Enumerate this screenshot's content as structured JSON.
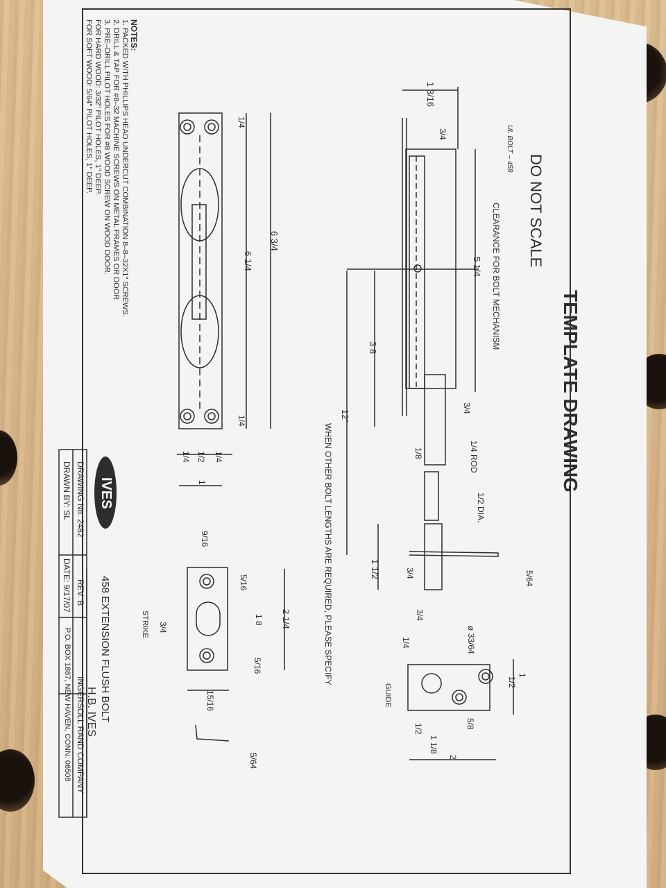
{
  "title": "TEMPLATE DRAWING",
  "do_not_scale": "DO NOT SCALE",
  "ul_label": "UL BOLT – 458",
  "clearance": "CLEARANCE FOR BOLT MECHANISM",
  "other_lengths": "WHEN OTHER BOLT LENGTHS ARE REQUIRED, PLEASE SPECIFY",
  "rod_label": "1/4 ROD",
  "dia_label": "1/2 DIA.",
  "guide_label": "GUIDE",
  "strike_label": "STRIKE",
  "dimensions": {
    "d_1_3_16": "1 3/16",
    "d_3_4_a": "3/4",
    "d_5_1_4": "5 1/4",
    "d_3_8": "3 8",
    "d_12": "12\"",
    "d_3_4_b": "3/4",
    "d_1_8": "1/8",
    "d_5_64_a": "5/64",
    "d_1_1_2": "1 1/2",
    "d_3_4_c": "3/4",
    "d_3_4_d": "3/4",
    "d_1_4_g": "1/4",
    "d_33_64": "ø 33/64",
    "d_1_g": "1",
    "d_1_2_g": "1/2",
    "d_5_8": "5/8",
    "d_1_2_gb": "1/2",
    "d_1_1_8": "1 1/8",
    "d_2": "2",
    "d_6_3_4": "6 3/4",
    "d_6_1_4": "6 1/4",
    "d_1_4_a": "1/4",
    "d_1_4_b": "1/4",
    "d_1_4_c": "1/4",
    "d_1_2_p": "1/2",
    "d_1_4_d": "1/4",
    "d_1_p": "1",
    "d_9_16": "9/16",
    "d_5_16_a": "5/16",
    "d_2_1_4": "2 1/4",
    "d_1_8_s": "1 8",
    "d_5_16_b": "5/16",
    "d_3_4_s": "3/4",
    "d_15_16": "15/16",
    "d_5_64_b": "5/64"
  },
  "notes": {
    "heading": "NOTES:",
    "lines": [
      "1. PACKED WITH PHILLIPS HEAD UNDERCUT COMBINATION 8–8–32X1\" SCREWS.",
      "2. DRILL & TAP FOR #8–32 MACHINE SCREWS ON METAL FRAMES OR DOOR",
      "3. PRE–DRILL PILOT HOLES FOR #8 WOOD SCREW ON WOOD DOOR.",
      "    FOR HARD WOOD: 3/32\" PILOT HOLES, 1\" DEEP.",
      "    FOR SOFT WOOD: 5/64\" PILOT HOLES, 1\" DEEP."
    ]
  },
  "title_block": {
    "brand": "IVES",
    "product": "458 EXTENSION FLUSH BOLT",
    "drawing_no": "DRAWING No. 2482",
    "rev": "REV. B",
    "drawn_by": "DRAWN BY: SL",
    "date": "DATE: 9/17/07",
    "company": "H.B. IVES",
    "company2": "INGERSOLL RAND COMPANY",
    "address": "P.O. BOX 1887, NEW HAVEN, CONN. 06508"
  }
}
